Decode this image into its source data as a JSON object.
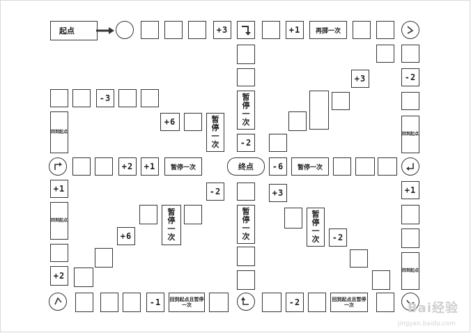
{
  "board": {
    "start_label": "起点",
    "finish_label": "终点",
    "cells": {
      "start": "起点",
      "top_plus3": "+3",
      "top_plus1": "+1",
      "roll_again": "再掷一次",
      "r_plus3": "+3",
      "r_minus2": "-2",
      "left_minus3": "-3",
      "left_plus6": "+6",
      "pause_a": "暂停一次",
      "pause_b": "暂停一次",
      "mid_minus2": "-2",
      "mid_plus2": "+2",
      "mid_plus1": "+1",
      "pause_c": "暂停一次",
      "finish": "终点",
      "mid_minus6": "-6",
      "pause_d": "暂停一次",
      "lw_plus1": "+1",
      "l_minus2": "-2",
      "c_plus3": "+3",
      "rw_plus1": "+1",
      "l_plus6": "+6",
      "pause_e": "暂停一次",
      "pause_f": "暂停一次",
      "pause_g": "暂停一次",
      "r_minus2b": "-2",
      "lw_plus2": "+2",
      "b_minus1": "-1",
      "b_instr_left": "回到起点且暂停一次",
      "b_minus2": "-2",
      "b_instr_right": "回到起点且暂停一次",
      "tiny_text": "回到起点"
    }
  },
  "watermark": {
    "text": "Bai经验",
    "url": "jingyan.baidu.com"
  }
}
